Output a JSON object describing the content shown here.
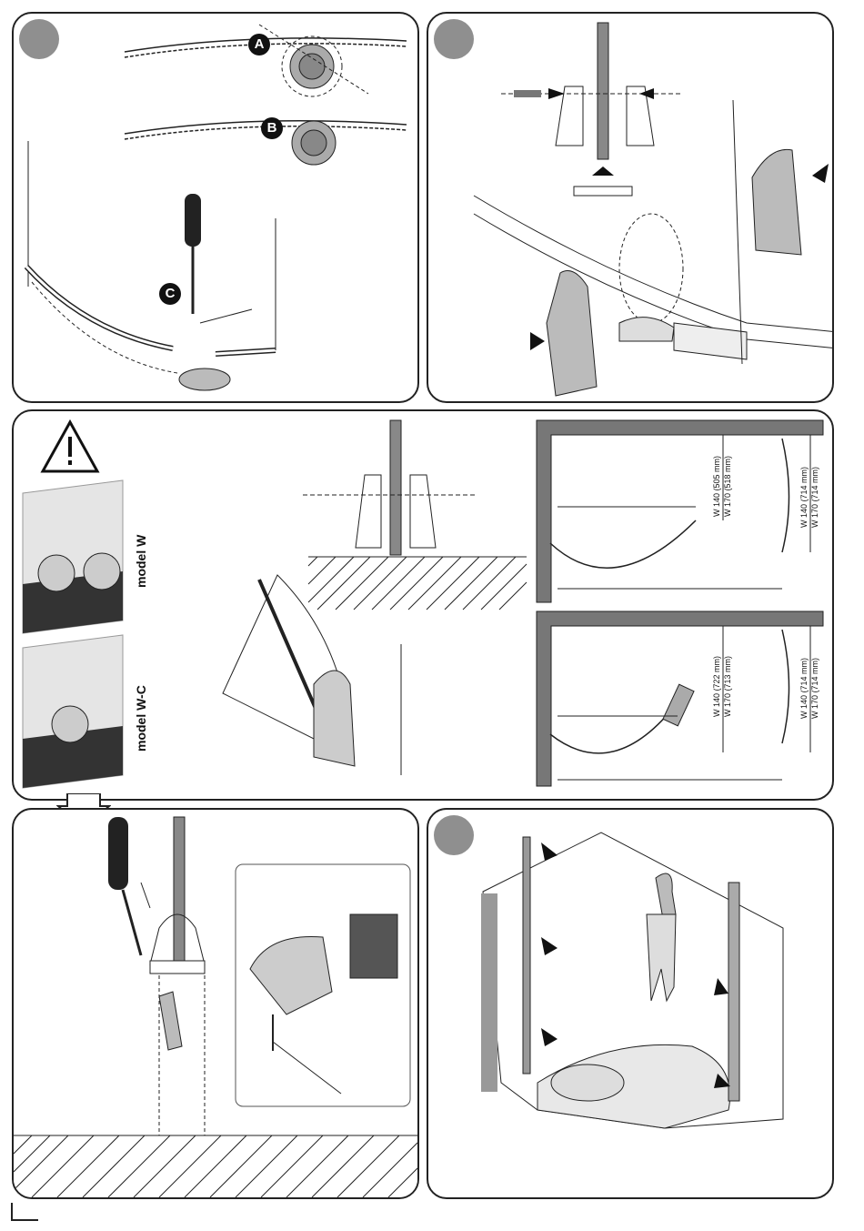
{
  "steps": {
    "callouts": [
      "A",
      "B",
      "C"
    ]
  },
  "models": {
    "w": "model W",
    "wc": "model W-C"
  },
  "dimensions": {
    "top": {
      "inner": [
        "W 140 (505 mm)",
        "W 170 (518 mm)"
      ],
      "outer": [
        "W 140 (714 mm)",
        "W 170 (714 mm)"
      ]
    },
    "bottom": {
      "inner": [
        "W 140 (722 mm)",
        "W 170 (713 mm)"
      ],
      "outer": [
        "W 140 (714 mm)",
        "W 170 (714 mm)"
      ]
    }
  },
  "icons": [
    "warning-triangle-icon",
    "step-marker-icon",
    "arrow-icon"
  ]
}
